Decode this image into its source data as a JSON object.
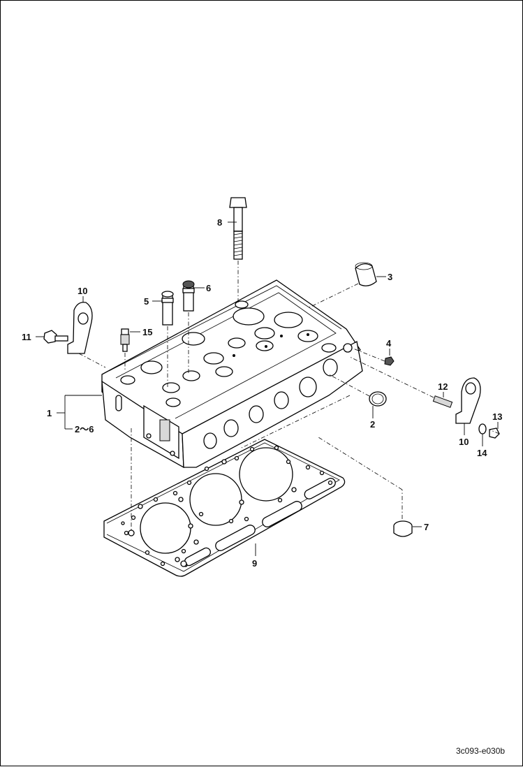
{
  "figure_id": "3c093-e030b",
  "callouts": {
    "c1": "1",
    "c2_6": "2～6",
    "c2": "2",
    "c3": "3",
    "c4": "4",
    "c5": "5",
    "c6": "6",
    "c7": "7",
    "c8": "8",
    "c9": "9",
    "c10a": "10",
    "c10b": "10",
    "c11": "11",
    "c12": "12",
    "c13": "13",
    "c14": "14",
    "c15": "15"
  }
}
